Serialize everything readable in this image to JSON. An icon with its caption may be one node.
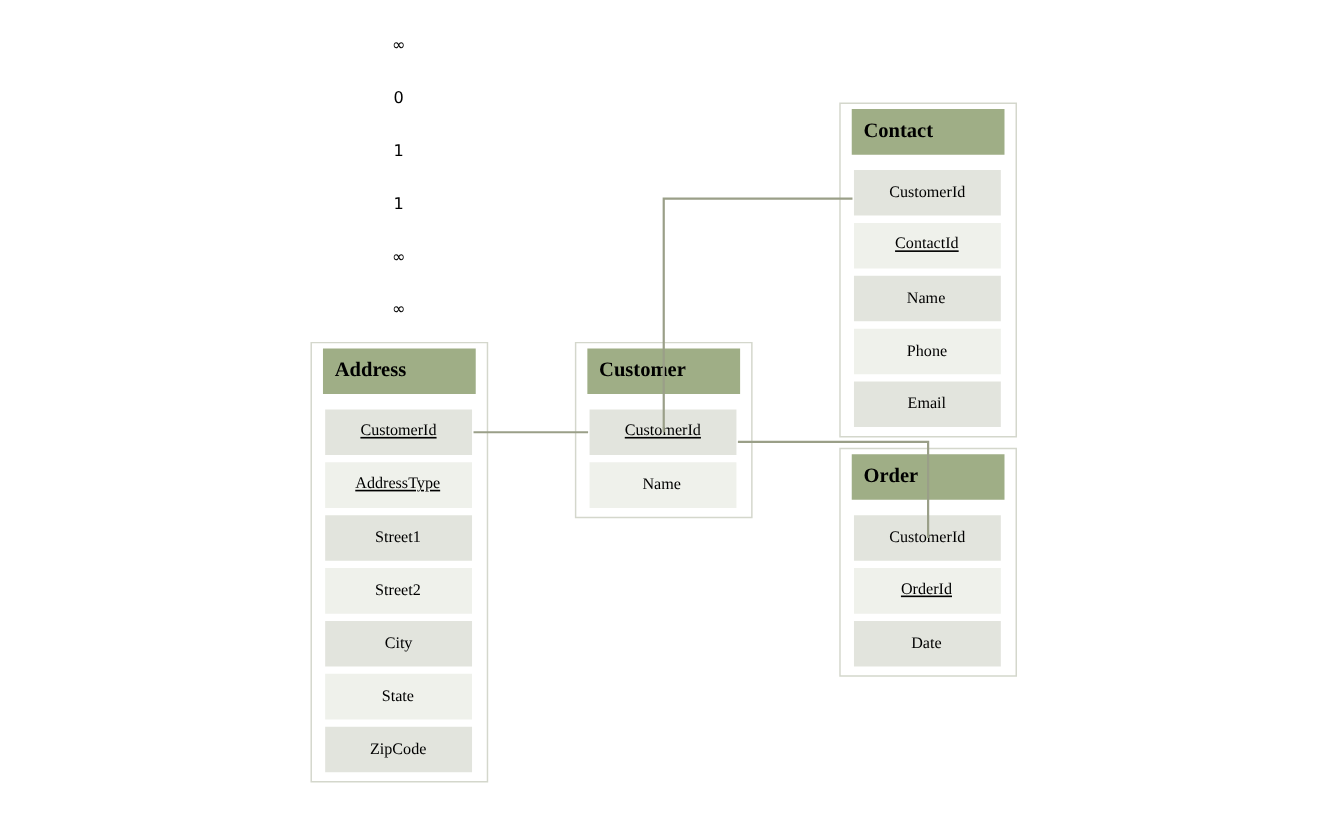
{
  "diagram": {
    "nodes": [
      {
        "text": [
          "Address"
        ]
      },
      {
        "text": [
          "CustomerId"
        ],
        "in": 0
      },
      {
        "text": [
          "AddressType"
        ],
        "in": 0
      },
      {
        "text": [
          "Street1"
        ],
        "in": 0
      },
      {
        "text": [
          "Street2"
        ],
        "in": 0
      },
      {
        "text": [
          "City"
        ],
        "in": 0
      },
      {
        "text": [
          "State"
        ],
        "in": 0
      },
      {
        "text": [
          "ZipCode"
        ],
        "in": 0
      },
      {
        "text": [
          "Customer"
        ]
      },
      {
        "text": [
          "CustomerId"
        ],
        "in": 8
      },
      {
        "text": [
          "Name"
        ],
        "in": 8
      },
      {
        "text": [
          "Contact"
        ]
      },
      {
        "text": [
          "CustomerId"
        ],
        "in": 11
      },
      {
        "text": [
          "ContactId"
        ],
        "in": 11
      },
      {
        "text": [
          "Name"
        ],
        "in": 11
      },
      {
        "text": [
          "Phone"
        ],
        "in": 11
      },
      {
        "text": [
          "Email"
        ],
        "in": 11
      },
      {
        "text": [
          "Order"
        ]
      },
      {
        "text": [
          "CustomerId"
        ],
        "in": 17
      },
      {
        "text": [
          "OrderId"
        ],
        "in": 17
      },
      {
        "text": [
          "Date"
        ],
        "in": 17
      }
    ],
    "edges": [
      {
        "from": 1,
        "to": 9,
        "arrow": "none"
      },
      {
        "from": 9,
        "to": 12,
        "arrow": "none"
      },
      {
        "from": 9,
        "to": 18,
        "arrow": "none"
      }
    ],
    "labels": [
      "∞",
      "∞",
      "1",
      "1",
      "0",
      "∞"
    ]
  }
}
